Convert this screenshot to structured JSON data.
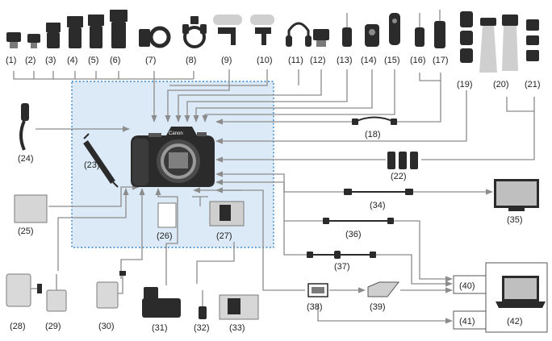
{
  "colors": {
    "zone_fill": "#dbeaf6",
    "zone_border": "#3a86c8",
    "line": "#8c8c8c",
    "arrow": "#8c8c8c",
    "dark": "#2b2b2b",
    "silver": "#cfcfcf"
  },
  "labels": {
    "l1": "(1)",
    "l2": "(2)",
    "l3": "(3)",
    "l4": "(4)",
    "l5": "(5)",
    "l6": "(6)",
    "l7": "(7)",
    "l8": "(8)",
    "l9": "(9)",
    "l10": "(10)",
    "l11": "(11)",
    "l12": "(12)",
    "l13": "(13)",
    "l14": "(14)",
    "l15": "(15)",
    "l16": "(16)",
    "l17": "(17)",
    "l18": "(18)",
    "l19": "(19)",
    "l20": "(20)",
    "l21": "(21)",
    "l22": "(22)",
    "l23": "(23)",
    "l24": "(24)",
    "l25": "(25)",
    "l26": "(26)",
    "l27": "(27)",
    "l28": "(28)",
    "l29": "(29)",
    "l30": "(30)",
    "l31": "(31)",
    "l32": "(32)",
    "l33": "(33)",
    "l34": "(34)",
    "l35": "(35)",
    "l36": "(36)",
    "l37": "(37)",
    "l38": "(38)",
    "l39": "(39)",
    "l40": "(40)",
    "l41": "(41)",
    "l42": "(42)"
  },
  "camera": {
    "brand": "Canon"
  }
}
